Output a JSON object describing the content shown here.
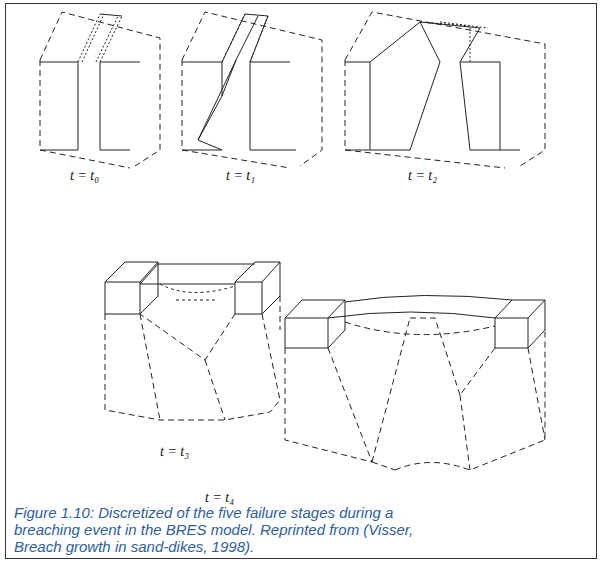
{
  "diagram": {
    "caption": "Figure 1.10: Discretized of the five failure stages during a breaching event in the BRES model. Reprinted from (Visser, Breach growth in sand-dikes, 1998).",
    "labels": [
      "t = t₀",
      "t = t₁",
      "t = t₂",
      "t = t₃",
      "t = t₄"
    ]
  }
}
